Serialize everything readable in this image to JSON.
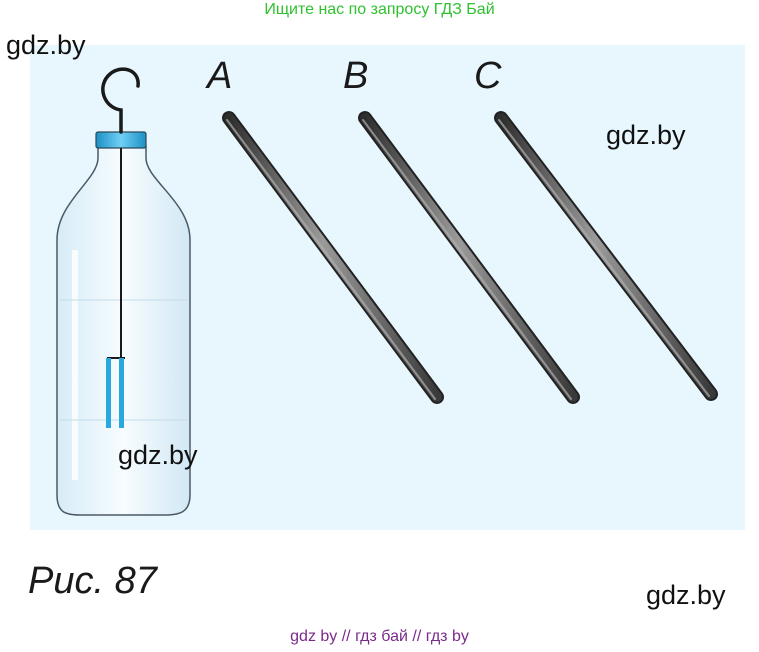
{
  "header": {
    "banner": "Ищите нас по запросу ГДЗ Бай"
  },
  "watermarks": [
    "gdz.by",
    "gdz.by",
    "gdz.by",
    "gdz.by"
  ],
  "figure": {
    "rod_labels": [
      "A",
      "B",
      "C"
    ],
    "caption": "Рис. 87"
  },
  "footer": {
    "text": "gdz by  //  гдз бай  //  гдз by"
  },
  "colors": {
    "panel_background": "#e8f6fd",
    "banner_text": "#2fc12f",
    "footer_text": "#7a2a8a",
    "bottle_cap": "#29a8e0",
    "foil_strips": "#29a8e0",
    "rod": "#555555"
  }
}
